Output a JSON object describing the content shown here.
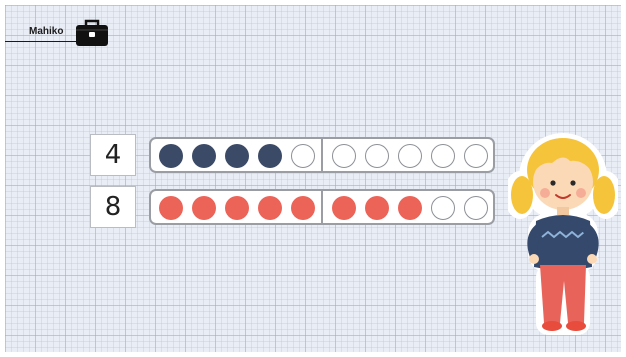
{
  "header": {
    "username": "Mahiko",
    "icon": "lunchbox-icon"
  },
  "rows": [
    {
      "number": "4",
      "filled": 4,
      "color_name": "navy",
      "fill_color": "#3b4a66"
    },
    {
      "number": "8",
      "filled": 8,
      "color_name": "red",
      "fill_color": "#ec6358"
    }
  ],
  "frame_slots": 10,
  "character": "girl-character"
}
